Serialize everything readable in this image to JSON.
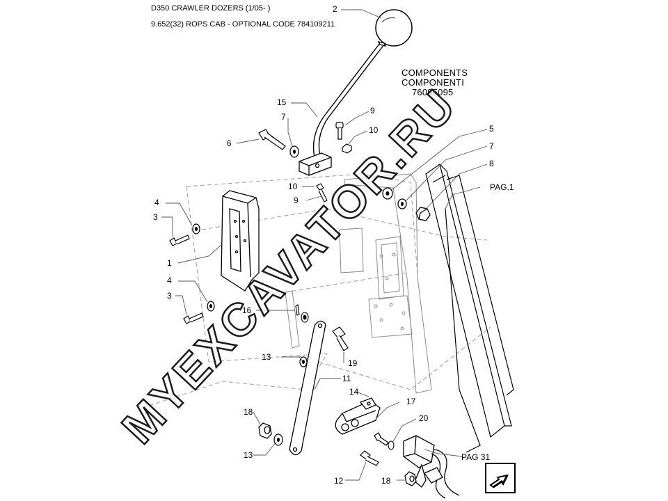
{
  "header": {
    "title": "D350 CRAWLER DOZERS (1/05- )",
    "subtitle": "9.652(32) ROPS CAB - OPTIONAL CODE 784109211"
  },
  "components_box": {
    "line1": "COMPONENTS",
    "line2": "COMPONENTI",
    "line3": "76095095"
  },
  "page_refs": {
    "pag1": "PAG.1",
    "pag31": "PAG 31"
  },
  "watermark": "MYEXCAVATOR.RU",
  "callouts": {
    "c2": "2",
    "c15": "15",
    "c7a": "7",
    "c6": "6",
    "c9a": "9",
    "c10a": "10",
    "c5": "5",
    "c7b": "7",
    "c8": "8",
    "c10b": "10",
    "c9b": "9",
    "c4a": "4",
    "c3a": "3",
    "c1": "1",
    "c4b": "4",
    "c3b": "3",
    "c16": "16",
    "c13a": "13",
    "c19": "19",
    "c11": "11",
    "c14": "14",
    "c17": "17",
    "c18a": "18",
    "c20": "20",
    "c13b": "13",
    "c12": "12",
    "c18b": "18"
  },
  "colors": {
    "line": "#000000",
    "ghost": "#9a9a9a",
    "paper": "#ffffff"
  },
  "icons": {
    "nav": "arrow-next-page-icon"
  }
}
